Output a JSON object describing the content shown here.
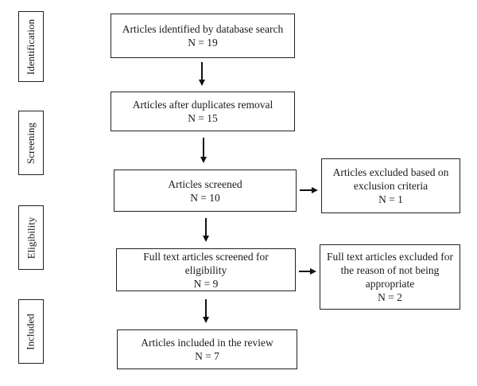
{
  "stages": [
    {
      "id": "identification",
      "label": "Identification"
    },
    {
      "id": "screening",
      "label": "Screening"
    },
    {
      "id": "eligibility",
      "label": "Eligibility"
    },
    {
      "id": "included",
      "label": "Included"
    }
  ],
  "boxes": {
    "identified": {
      "title": "Articles identified by database search",
      "count": "N = 19"
    },
    "after_duplicates": {
      "title": "Articles after duplicates removal",
      "count": "N = 15"
    },
    "screened": {
      "title": "Articles screened",
      "count": "N = 10"
    },
    "excluded_criteria": {
      "title_line1": "Articles excluded based on",
      "title_line2": "exclusion criteria",
      "count": "N = 1"
    },
    "full_text_screened": {
      "title": "Full text articles screened for eligibility",
      "count": "N = 9"
    },
    "full_text_excluded": {
      "title_line1": "Full text articles excluded for",
      "title_line2": "the reason of not being",
      "title_line3": "appropriate",
      "count": "N = 2"
    },
    "included": {
      "title": "Articles included in the review",
      "count": "N = 7"
    }
  }
}
